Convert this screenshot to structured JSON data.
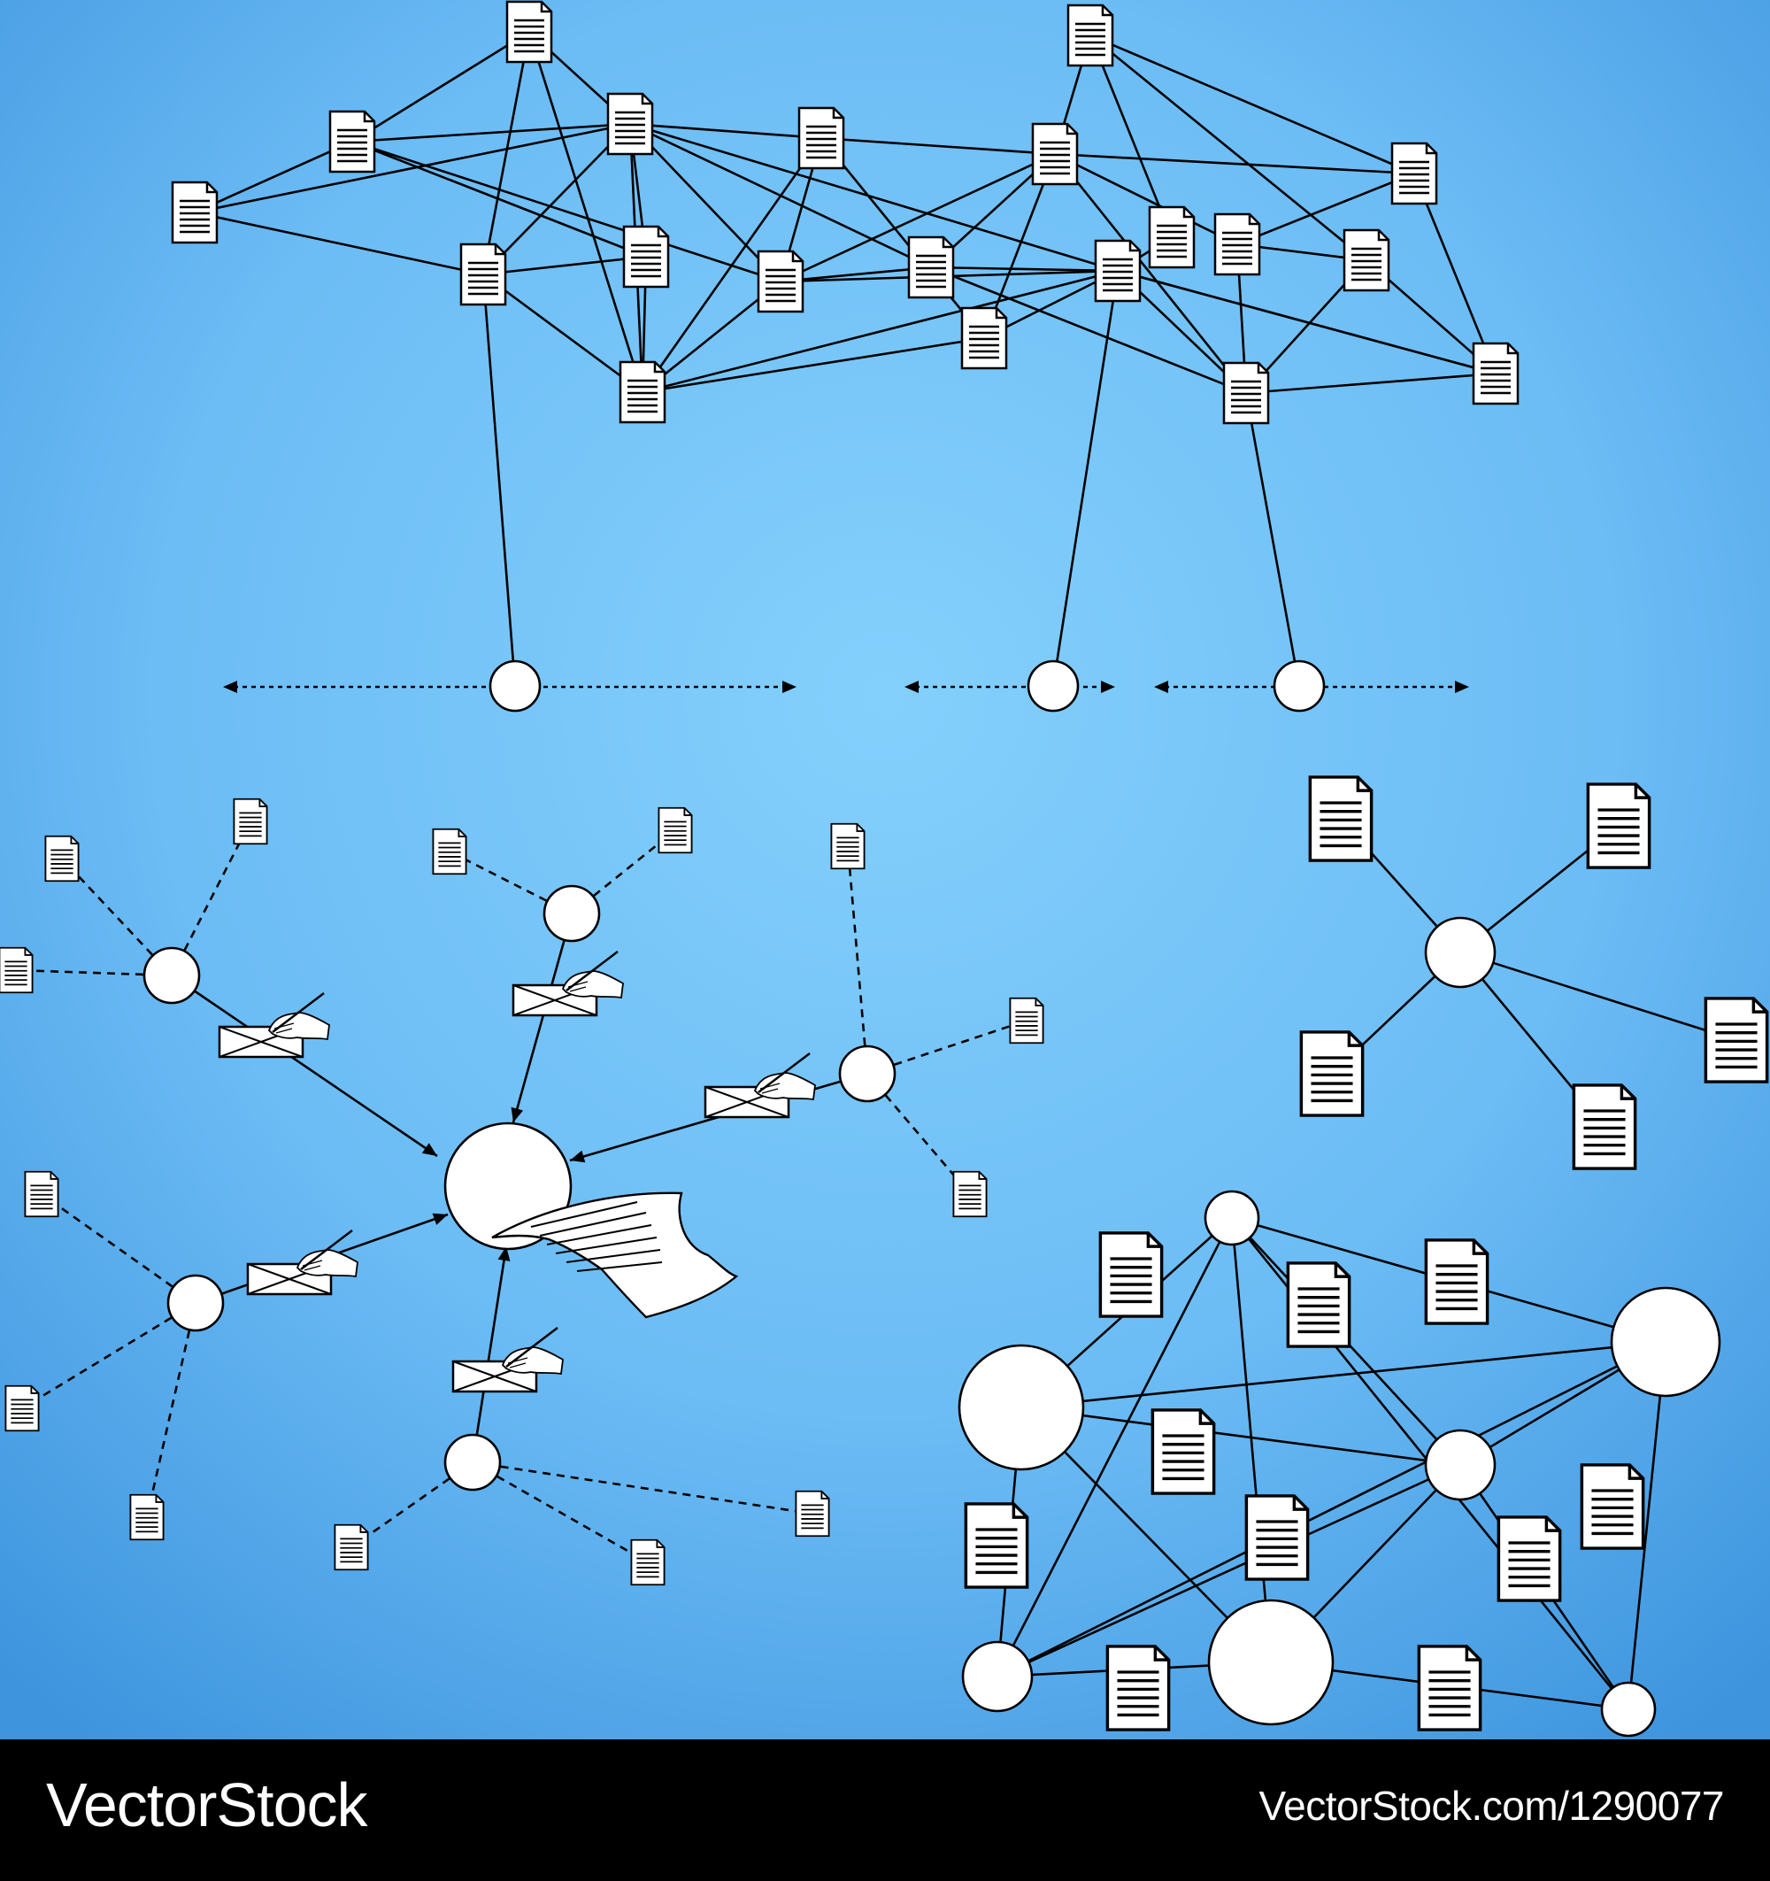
{
  "footer": {
    "brand": "VectorStock",
    "url": "VectorStock.com/1290077",
    "background": "#000000",
    "text_color": "#ffffff"
  },
  "colors": {
    "background_center": "#84d0fc",
    "background_edge": "#3e95de",
    "line": "#000000",
    "node_fill": "#ffffff"
  },
  "icons": {
    "document": "document-icon",
    "node": "circle-node",
    "envelope": "envelope-with-hand-icon",
    "letter": "paper-letter-icon"
  }
}
